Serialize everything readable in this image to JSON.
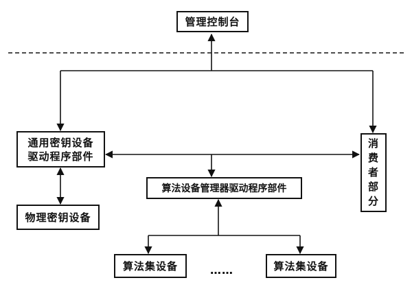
{
  "diagram": {
    "nodes": {
      "management_console": "管理控制台",
      "generic_key_driver": [
        "通用密钥设备",
        "驱动程序部件"
      ],
      "consumer_part": [
        "消",
        "费",
        "者",
        "部",
        "分"
      ],
      "algorithm_manager_driver": "算法设备管理器驱动程序部件",
      "physical_key_device": "物理密钥设备",
      "algorithm_set_device_1": "算法集设备",
      "algorithm_set_device_2": "算法集设备"
    },
    "ellipsis": "……",
    "colors": {
      "line": "#111111",
      "background": "#ffffff"
    }
  }
}
